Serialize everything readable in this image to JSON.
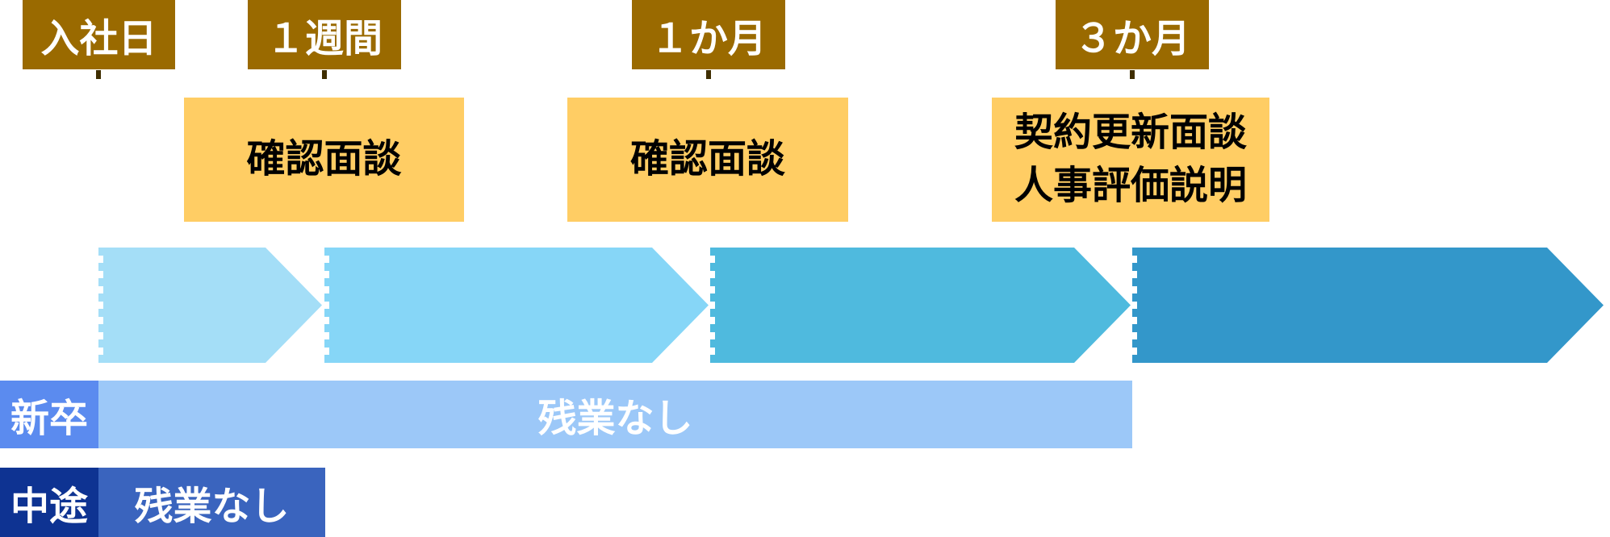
{
  "canvas": {
    "background": "#ffffff"
  },
  "milestone_style": {
    "bg": "#9a6a00",
    "text_color": "#ffffff"
  },
  "milestones": [
    {
      "label": "入社日"
    },
    {
      "label": "１週間"
    },
    {
      "label": "１か月"
    },
    {
      "label": "３か月"
    }
  ],
  "tick_color": "#3f2e00",
  "event_style": {
    "bg": "#ffcd64",
    "text_color": "#000000"
  },
  "events": [
    {
      "lines": [
        "確認面談"
      ]
    },
    {
      "lines": [
        "確認面談"
      ]
    },
    {
      "lines": [
        "契約更新面談",
        "人事評価説明"
      ]
    }
  ],
  "arrows": [
    {
      "name": "phase-1",
      "color": "#a4def7"
    },
    {
      "name": "phase-2",
      "color": "#86d6f7"
    },
    {
      "name": "phase-3",
      "color": "#4fbade"
    },
    {
      "name": "phase-4",
      "color": "#3397ca"
    }
  ],
  "rows": [
    {
      "label": "新卒",
      "bar_text": "残業なし",
      "label_bg": "#5b8bef",
      "bar_bg": "#9cc8f8",
      "text_color": "#ffffff"
    },
    {
      "label": "中途",
      "bar_text": "残業なし",
      "label_bg": "#0e3392",
      "bar_bg": "#3a64be",
      "text_color": "#ffffff"
    }
  ]
}
